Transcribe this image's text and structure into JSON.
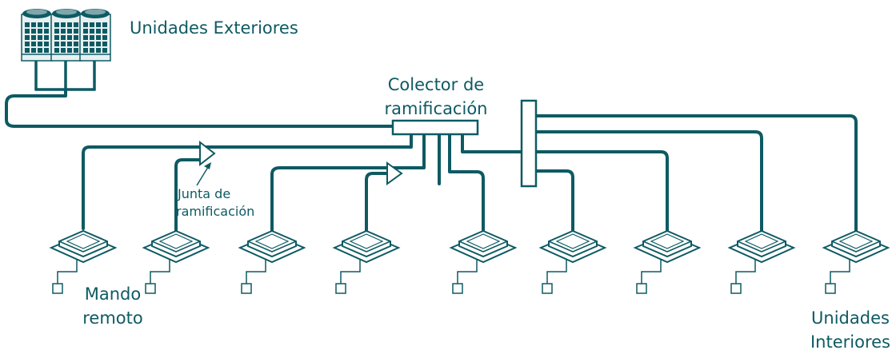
{
  "colors": {
    "pipe": "#0e5a63",
    "text": "#0e5a63",
    "unit_fill": "#ffffff"
  },
  "labels": {
    "outdoor_units": "Unidades Exteriores",
    "branch_header_line1": "Colector de",
    "branch_header_line2": "ramificación",
    "branch_joint_line1": "Junta de",
    "branch_joint_line2": "ramificación",
    "remote_line1": "Mando",
    "remote_line2": "remoto",
    "indoor_line1": "Unidades",
    "indoor_line2": "Interiores"
  },
  "diagram": {
    "outdoor_unit_count": 3,
    "indoor_unit_count": 9,
    "branch_joint_count": 2,
    "branch_header_count": 2
  }
}
